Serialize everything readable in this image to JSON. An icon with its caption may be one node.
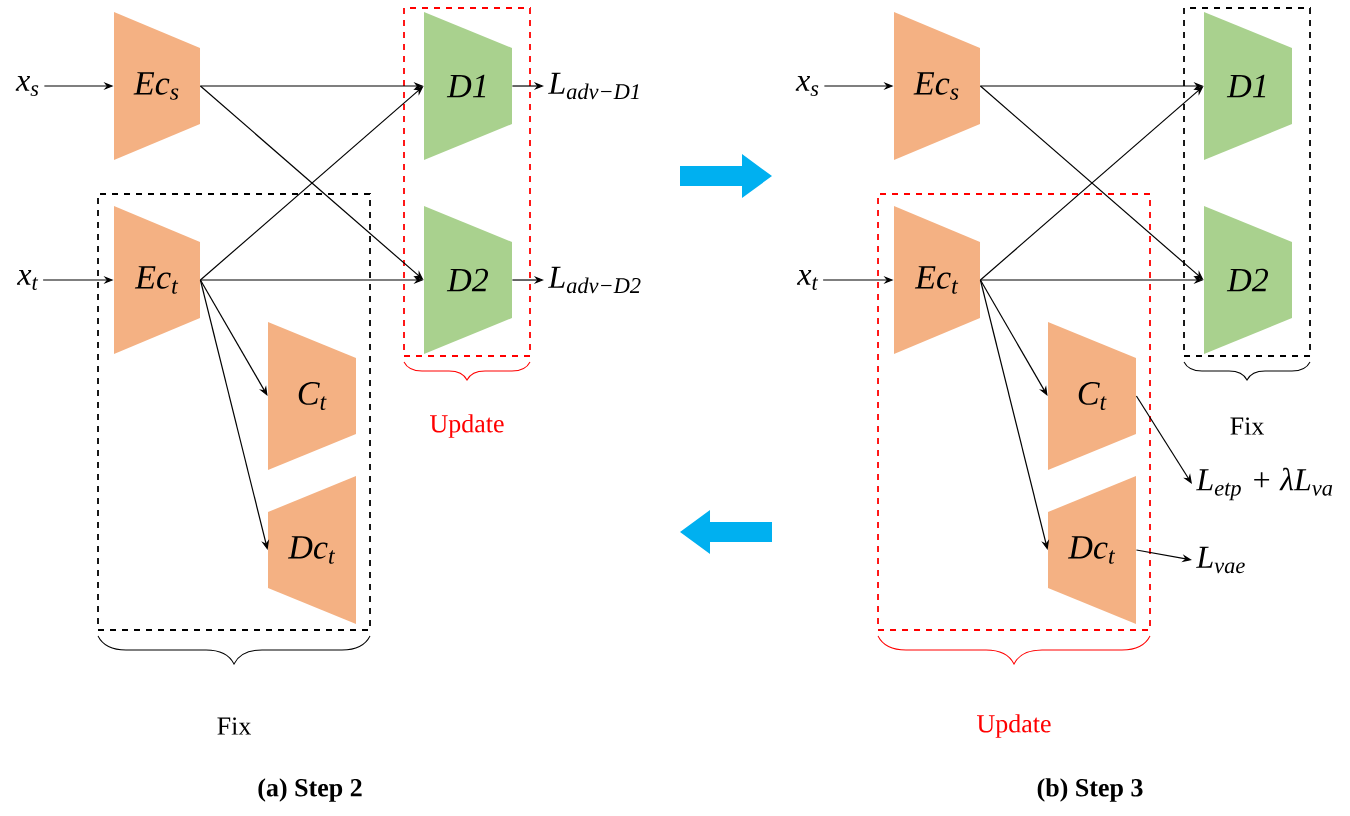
{
  "diagram": {
    "nodes": [
      {
        "text": [
          "x$_{s}$"
        ]
      },
      {
        "text": [
          "Ec$_{s}$"
        ]
      },
      {
        "text": [
          "Update"
        ]
      },
      {
        "text": [
          "D1"
        ],
        "in": 2
      },
      {
        "text": [
          "D2"
        ],
        "in": 2
      },
      {
        "text": [
          "L$_{adv−D1}$"
        ]
      },
      {
        "text": [
          "x$_{t}$"
        ]
      },
      {
        "text": [
          "Fix"
        ]
      },
      {
        "text": [
          "Ec$_{t}$"
        ],
        "in": 7
      },
      {
        "text": [
          "C$_{t}$"
        ],
        "in": 7
      },
      {
        "text": [
          "Dc$_{t}$"
        ],
        "in": 7
      },
      {
        "text": [
          "L$_{adv−D2}$"
        ]
      },
      {
        "text": [
          "x$_{s}$"
        ]
      },
      {
        "text": [
          "Ec$_{s}$"
        ]
      },
      {
        "text": [
          "Fix"
        ]
      },
      {
        "text": [
          "D1"
        ],
        "in": 14
      },
      {
        "text": [
          "D2"
        ],
        "in": 14
      },
      {
        "text": [
          "x$_{t}$"
        ]
      },
      {
        "text": [
          "Update"
        ]
      },
      {
        "text": [
          "Ec$_{t}$"
        ],
        "in": 18
      },
      {
        "text": [
          "C$_{t}$"
        ],
        "in": 18
      },
      {
        "text": [
          "Dc$_{t}$"
        ],
        "in": 18
      },
      {
        "text": [
          "L$_{etp}$ + λL$_{va}$"
        ]
      },
      {
        "text": [
          "L$_{vae}$"
        ]
      }
    ],
    "edges": [
      {
        "from": 0,
        "to": 1,
        "arrow": "to"
      },
      {
        "from": 1,
        "to": 3,
        "arrow": "to"
      },
      {
        "from": 1,
        "to": 4,
        "arrow": "to"
      },
      {
        "from": 3,
        "to": 5,
        "arrow": "to"
      },
      {
        "from": 6,
        "to": 8,
        "arrow": "to"
      },
      {
        "from": 8,
        "to": 3,
        "arrow": "to"
      },
      {
        "from": 8,
        "to": 4,
        "arrow": "to"
      },
      {
        "from": 4,
        "to": 11,
        "arrow": "to"
      },
      {
        "from": 8,
        "to": 9,
        "arrow": "to"
      },
      {
        "from": 8,
        "to": 10,
        "arrow": "to"
      },
      {
        "from": 12,
        "to": 13,
        "arrow": "to"
      },
      {
        "from": 13,
        "to": 15,
        "arrow": "to"
      },
      {
        "from": 13,
        "to": 16,
        "arrow": "to"
      },
      {
        "from": 17,
        "to": 19,
        "arrow": "to"
      },
      {
        "from": 19,
        "to": 15,
        "arrow": "to"
      },
      {
        "from": 19,
        "to": 16,
        "arrow": "to"
      },
      {
        "from": 19,
        "to": 20,
        "arrow": "to"
      },
      {
        "from": 19,
        "to": 21,
        "arrow": "to"
      },
      {
        "from": 20,
        "to": 22,
        "arrow": "to"
      },
      {
        "from": 21,
        "to": 23,
        "arrow": "to"
      }
    ],
    "labels": [
      "(a) Step 2",
      "(b) Step 3"
    ]
  }
}
